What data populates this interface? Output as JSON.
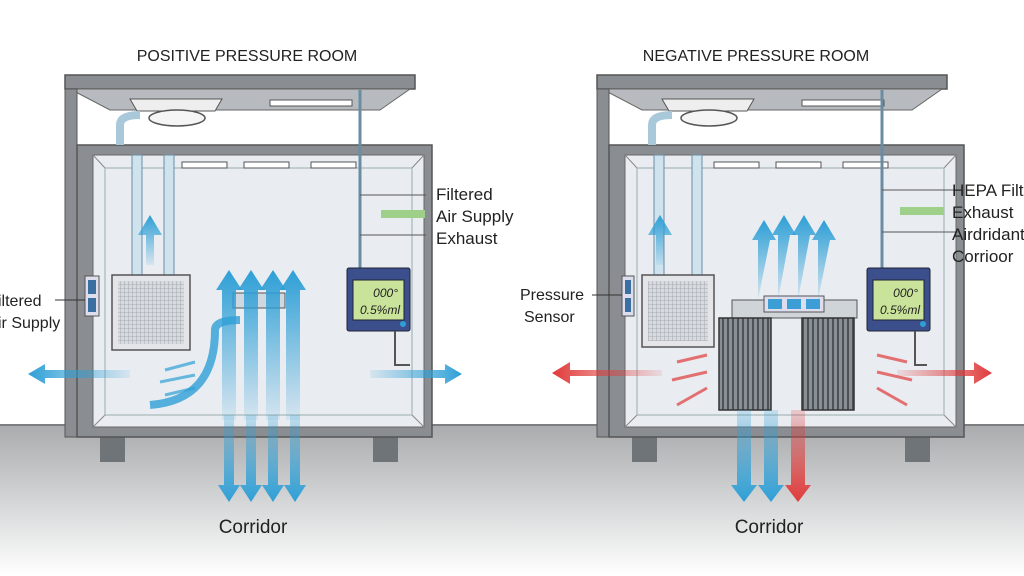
{
  "left_room": {
    "title": "POSITIVE PRESSURE ROOM",
    "right_labels": [
      "Filtered",
      "Air Supply",
      "Exhaust"
    ],
    "left_labels": [
      "iltered",
      "ir Supply"
    ],
    "monitor": {
      "line1": "000°",
      "line2": "0.5%ml"
    },
    "bottom_label": "Corridor",
    "airflow_color": "#2e9fd6"
  },
  "right_room": {
    "title": "NEGATIVE PRESSURE ROOM",
    "right_labels": [
      "HEPA Filte",
      "Exhaust",
      "Airdridant",
      "Corrioor"
    ],
    "left_labels": [
      "Pressure",
      "Sensor"
    ],
    "monitor": {
      "line1": "000°",
      "line2": "0.5%ml"
    },
    "bottom_label": "Corridor",
    "airflow_color": "#2e9fd6",
    "exhaust_color": "#e03a3a"
  },
  "colors": {
    "frame": "#6f7479",
    "room_bg": "#e9edf2",
    "floor": "#a9abad",
    "legend_swatch": "#9fd08a",
    "monitor": "#3b4f8c",
    "screen": "#c9e39a"
  }
}
